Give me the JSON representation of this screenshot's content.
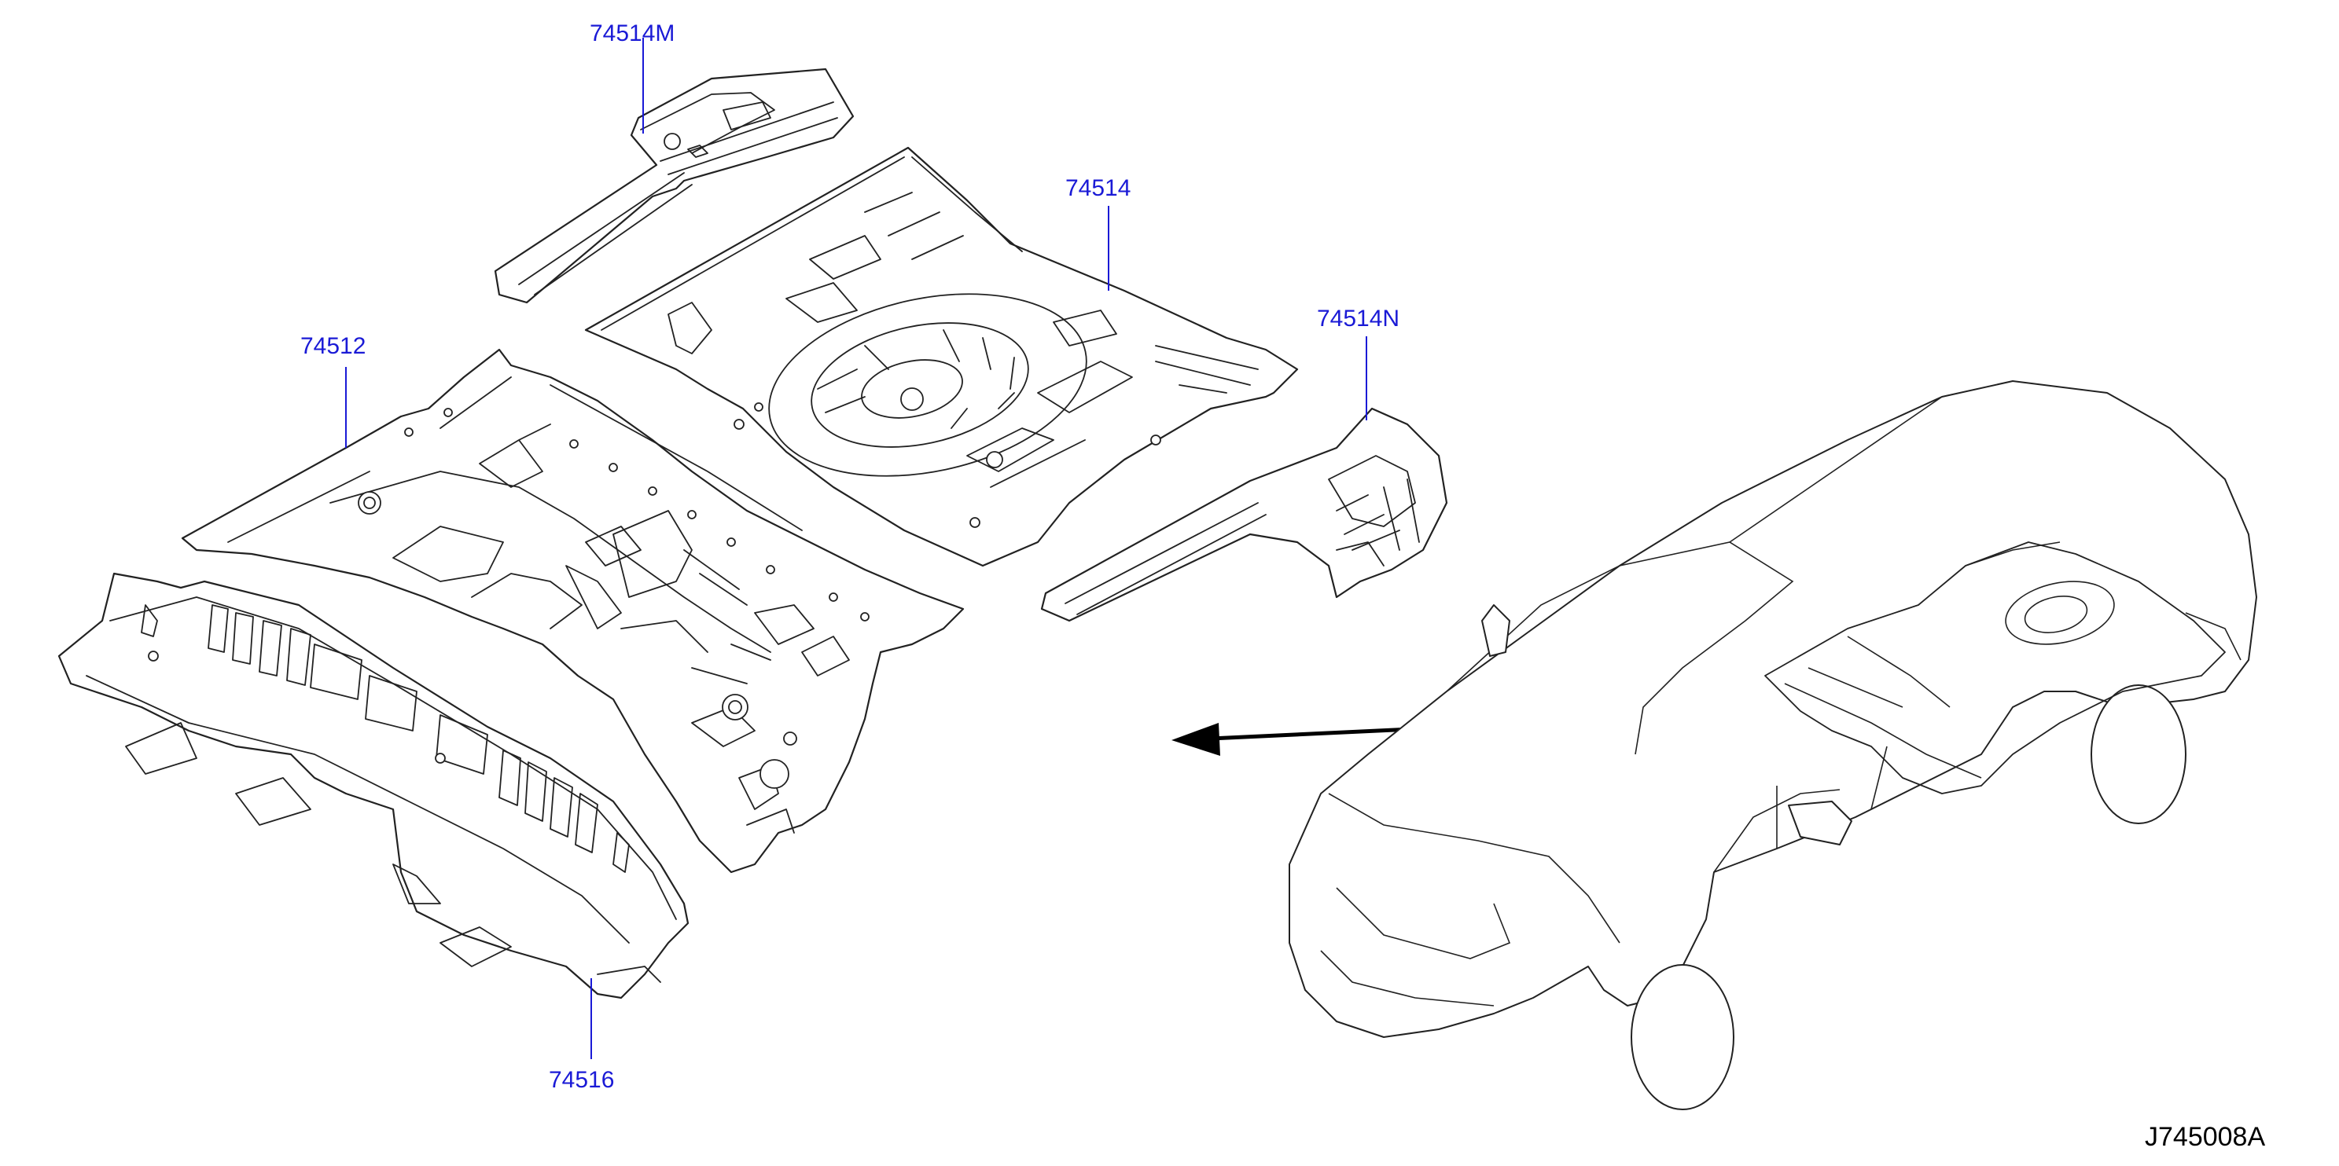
{
  "callouts": {
    "c74514M": "74514M",
    "c74514": "74514",
    "c74514N": "74514N",
    "c74512": "74512",
    "c74516": "74516"
  },
  "figure_code": "J745008A",
  "colors": {
    "callout": "#1a1ad6",
    "line": "#222222",
    "background": "#ffffff"
  }
}
